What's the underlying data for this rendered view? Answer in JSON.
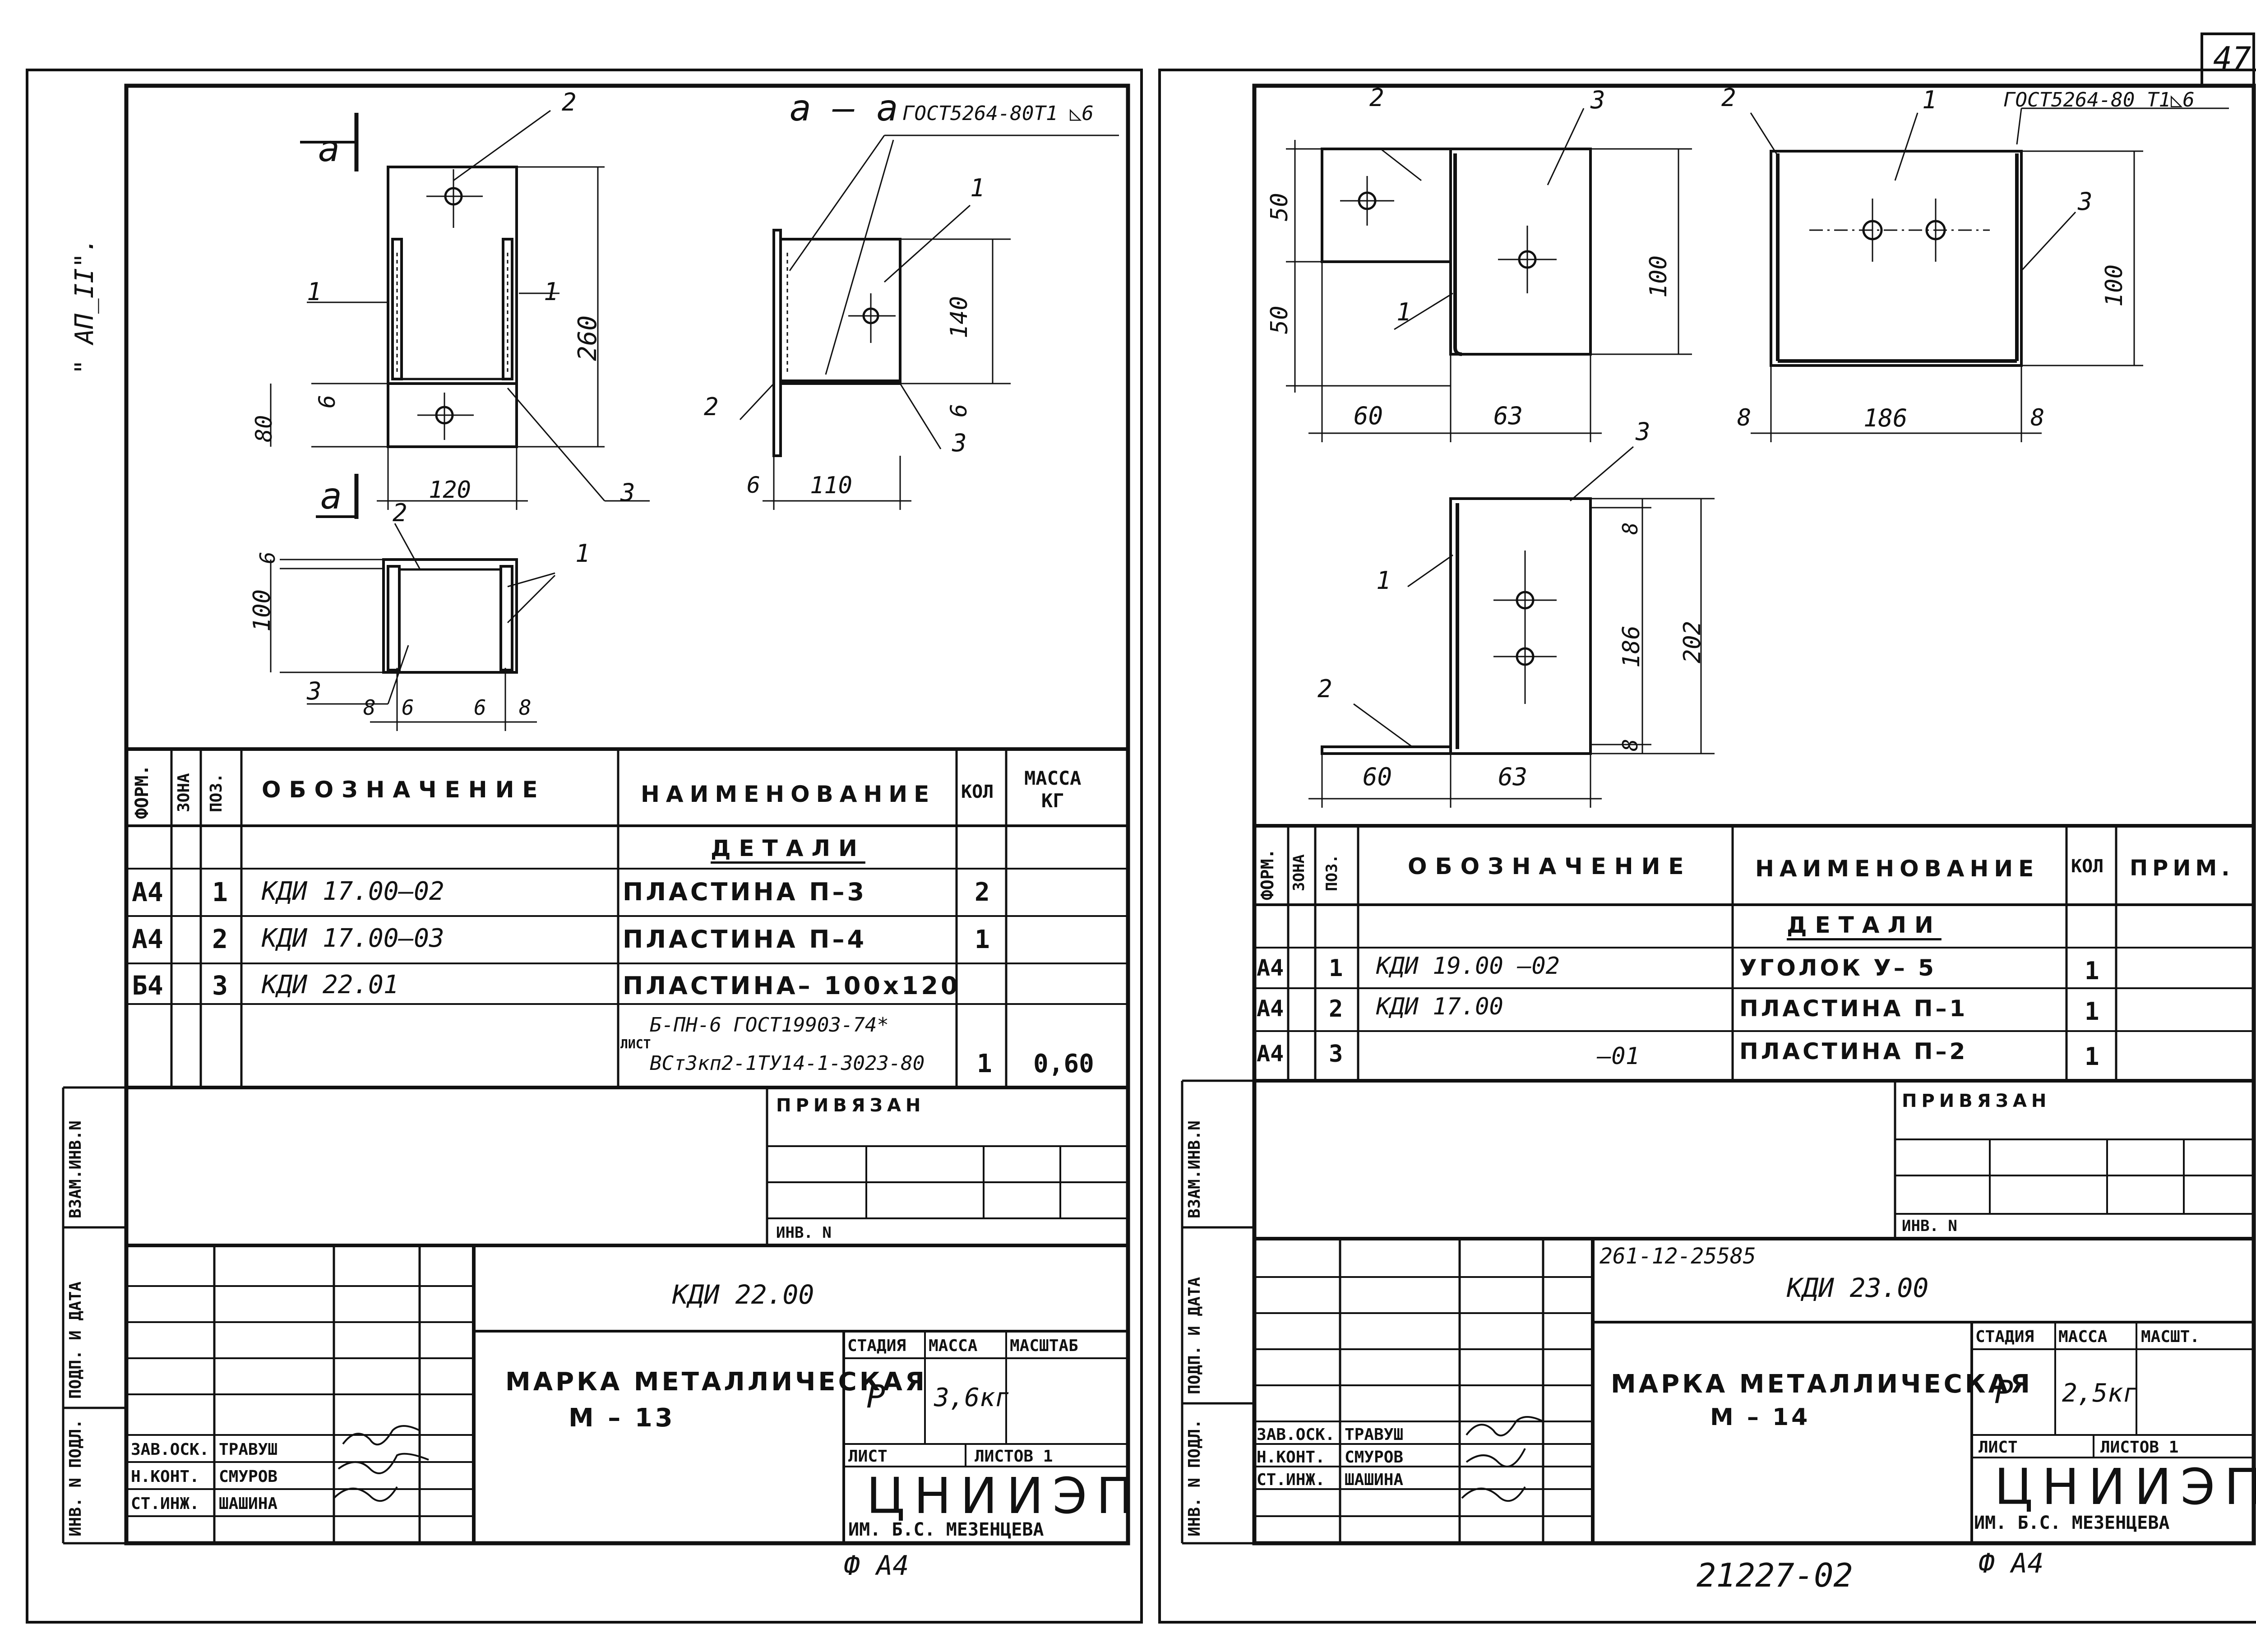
{
  "header": {
    "sheet_number": "47",
    "margin_note": "\" АП_II\"."
  },
  "left_sheet": {
    "drawing": {
      "section_title": "а – а",
      "weld_note": "ГОСТ5264-80Т1 ◺6",
      "section_mark": "а",
      "callouts": [
        "1",
        "2",
        "3"
      ],
      "dims": {
        "d260": "260",
        "d80": "80",
        "d6": "6",
        "d120": "120",
        "d140": "140",
        "d110": "110",
        "d100": "100",
        "d8": "8"
      }
    },
    "spec": {
      "col_form": "ФОРМ.",
      "col_zone": "ЗОНА",
      "col_pos": "ПОЗ.",
      "col_designation": "ОБОЗНАЧЕНИЕ",
      "col_name": "НАИМЕНОВАНИЕ",
      "col_qty": "КОЛ",
      "col_mass": "МАССА\nКГ",
      "section": "ДЕТАЛИ",
      "rows": [
        {
          "form": "А4",
          "pos": "1",
          "designation": "КДИ 17.00–02",
          "name": "ПЛАСТИНА П–3",
          "qty": "2",
          "mass": ""
        },
        {
          "form": "А4",
          "pos": "2",
          "designation": "КДИ 17.00–03",
          "name": "ПЛАСТИНА П–4",
          "qty": "1",
          "mass": ""
        },
        {
          "form": "Б4",
          "pos": "3",
          "designation": "КДИ 22.01",
          "name": "ПЛАСТИНА– 100х120",
          "qty": "",
          "mass": ""
        }
      ],
      "material_prefix": "ЛИСТ",
      "material_top": "Б-ПН-6 ГОСТ19903-74*",
      "material_bottom": "ВСт3кп2-1ТУ14-1-3023-80",
      "material_qty": "1",
      "material_mass": "0,60"
    },
    "side_labels": [
      "ВЗАМ.ИНВ.N",
      "ПОДП. И ДАТА",
      "ИНВ. N ПОДЛ."
    ],
    "title_block": {
      "privyazan": "ПРИВЯЗАН",
      "inv": "ИНВ. N",
      "code": "КДИ 22.00",
      "name_line1": "МАРКА МЕТАЛЛИЧЕСКАЯ",
      "name_line2": "М – 13",
      "stage_label": "СТАДИЯ",
      "mass_label": "МАССА",
      "scale_label": "МАСШТАБ",
      "stage": "Р",
      "mass": "3,6кг",
      "sheet_label": "ЛИСТ",
      "sheets_label": "ЛИСТОВ 1",
      "org": "ЦНИИЭП",
      "org_sub": "ИМ. Б.С. МЕЗЕНЦЕВА",
      "staff": [
        {
          "role": "ЗАВ.ОСК.",
          "name": "ТРАВУШ"
        },
        {
          "role": "Н.КОНТ.",
          "name": "СМУРОВ"
        },
        {
          "role": "СТ.ИНЖ.",
          "name": "ШАШИНА"
        }
      ],
      "format": "Ф А4"
    }
  },
  "right_sheet": {
    "drawing": {
      "weld_note": "ГОСТ5264-80 Т1◺6",
      "callouts": [
        "1",
        "2",
        "3"
      ],
      "dims": {
        "d50": "50",
        "d100": "100",
        "d60": "60",
        "d63": "63",
        "d8": "8",
        "d186": "186",
        "d202": "202"
      }
    },
    "spec": {
      "col_form": "ФОРМ.",
      "col_zone": "ЗОНА",
      "col_pos": "ПОЗ.",
      "col_designation": "ОБОЗНАЧЕНИЕ",
      "col_name": "НАИМЕНОВАНИЕ",
      "col_qty": "КОЛ",
      "col_note": "ПРИМ.",
      "section": "ДЕТАЛИ",
      "rows": [
        {
          "form": "А4",
          "pos": "1",
          "designation": "КДИ 19.00 –02",
          "name": "УГОЛОК У– 5",
          "qty": "1"
        },
        {
          "form": "А4",
          "pos": "2",
          "designation": "КДИ 17.00",
          "name": "ПЛАСТИНА П–1",
          "qty": "1"
        },
        {
          "form": "А4",
          "pos": "3",
          "designation": "–01",
          "name": "ПЛАСТИНА П–2",
          "qty": "1"
        }
      ]
    },
    "side_labels": [
      "ВЗАМ.ИНВ.N",
      "ПОДП. И ДАТА",
      "ИНВ. N ПОДЛ."
    ],
    "title_block": {
      "privyazan": "ПРИВЯЗАН",
      "inv": "ИНВ. N",
      "doc_number": "261-12-25585",
      "code": "КДИ 23.00",
      "name_line1": "МАРКА МЕТАЛЛИЧЕСКАЯ",
      "name_line2": "М – 14",
      "stage_label": "СТАДИЯ",
      "mass_label": "МАССА",
      "scale_label": "МАСШТ.",
      "stage": "Р",
      "mass": "2,5кг",
      "sheet_label": "ЛИСТ",
      "sheets_label": "ЛИСТОВ 1",
      "org": "ЦНИИЭП",
      "org_sub": "ИМ. Б.С. МЕЗЕНЦЕВА",
      "staff": [
        {
          "role": "ЗАВ.ОСК.",
          "name": "ТРАВУШ"
        },
        {
          "role": "Н.КОНТ.",
          "name": "СМУРОВ"
        },
        {
          "role": "СТ.ИНЖ.",
          "name": "ШАШИНА"
        }
      ],
      "format": "Ф А4"
    }
  },
  "footer": {
    "archive_number": "21227-02"
  }
}
